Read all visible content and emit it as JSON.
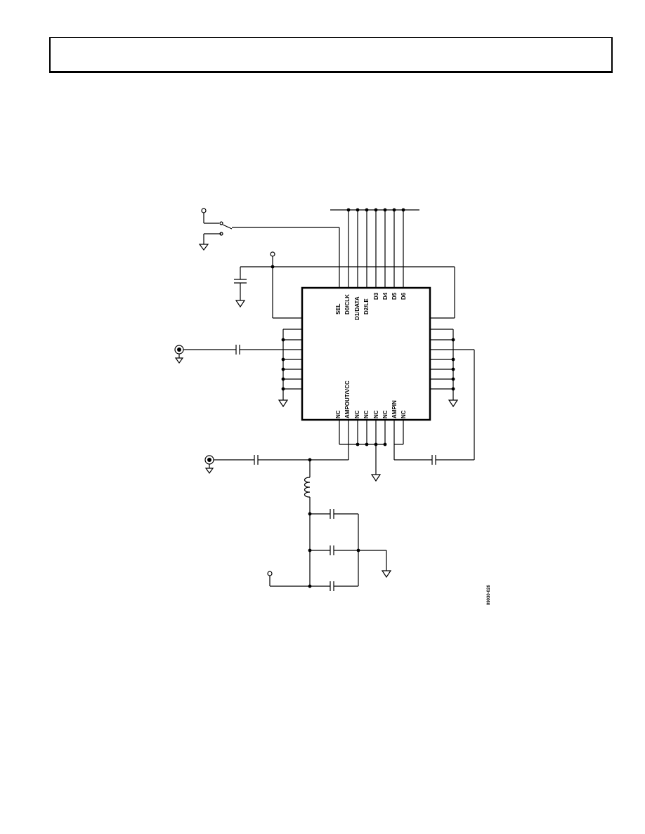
{
  "header": {
    "title": ""
  },
  "schematic": {
    "top_pins": [
      "SEL",
      "D0/CLK",
      "D1/DATA",
      "D2/LE",
      "D3",
      "D4",
      "D5",
      "D6"
    ],
    "bottom_pins": [
      "NC",
      "AMPOUT/VCC",
      "NC",
      "NC",
      "NC",
      "NC",
      "AMPIN",
      "NC"
    ],
    "figure_id": "09030-026",
    "line_color": "#000000"
  }
}
